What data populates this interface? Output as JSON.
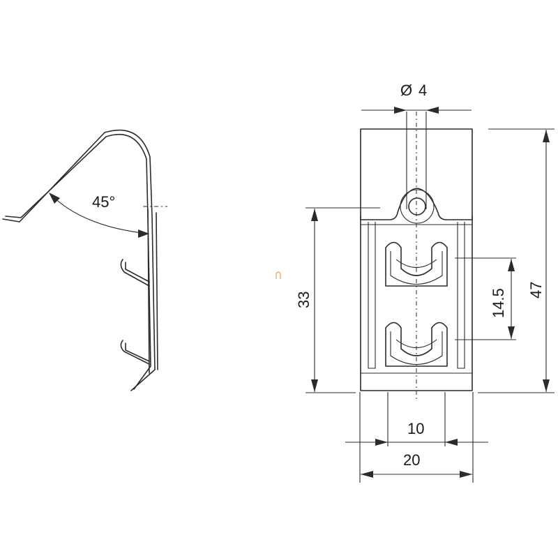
{
  "labels": {
    "angle": "45°",
    "diameter_symbol": "Ø",
    "diameter_value": "4",
    "height_total": "47",
    "height_hole": "33",
    "slot_spacing": "14.5",
    "width_inner": "10",
    "width_total": "20"
  },
  "colors": {
    "line": "#2b2b2b",
    "background": "#ffffff"
  }
}
